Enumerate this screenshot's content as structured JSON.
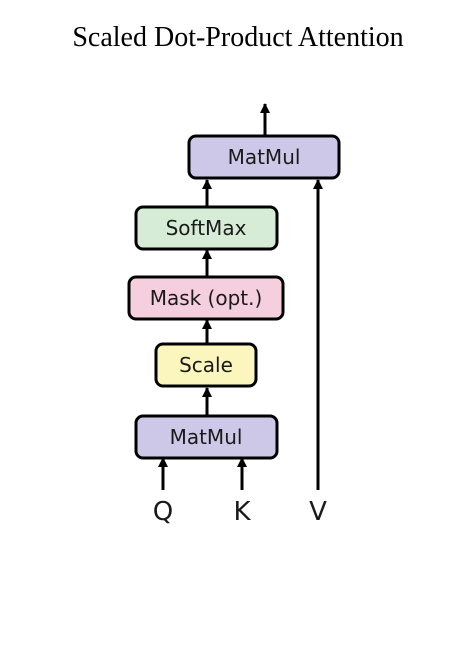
{
  "title": "Scaled Dot-Product Attention",
  "blocks": {
    "matmul_top": "MatMul",
    "softmax": "SoftMax",
    "mask": "Mask (opt.)",
    "scale": "Scale",
    "matmul_bottom": "MatMul"
  },
  "inputs": {
    "q": "Q",
    "k": "K",
    "v": "V"
  },
  "colors": {
    "matmul": "#cdc8e8",
    "softmax": "#d6ecd6",
    "mask": "#f5cfde",
    "scale": "#fbf6be",
    "stroke": "#000000"
  }
}
